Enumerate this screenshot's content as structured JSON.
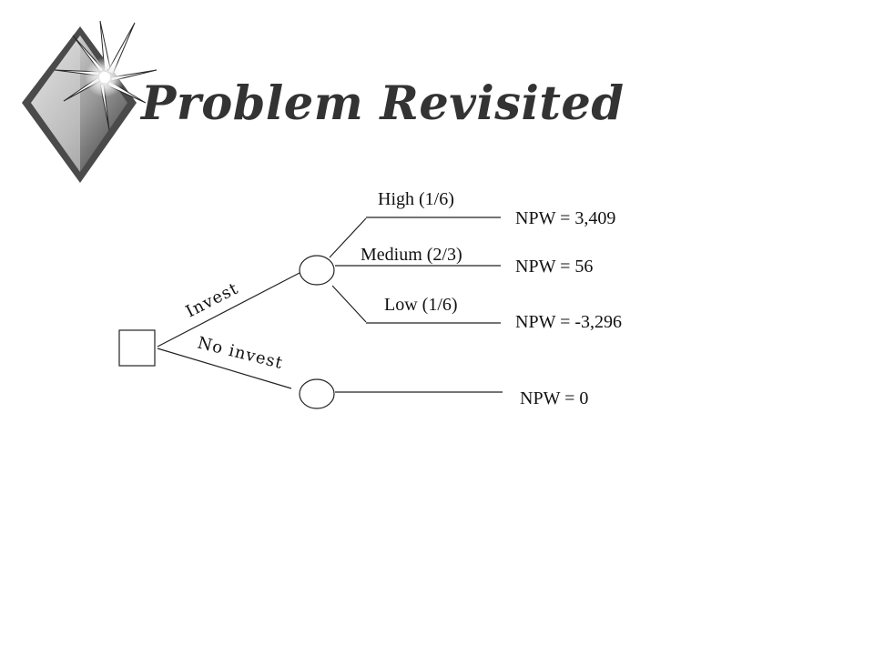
{
  "slide": {
    "title": "Problem Revisited",
    "icon": "diamond-star-bullet-icon",
    "colors": {
      "title": "#333333",
      "lines": "#222222",
      "background": "#ffffff"
    }
  },
  "tree": {
    "decision_node_icon": "decision-square-icon",
    "chance_node_icon": "chance-circle-icon",
    "branches": {
      "invest": "Invest",
      "no_invest": "No invest"
    },
    "outcomes": [
      {
        "label": "High  (1/6)",
        "npw": "NPW = 3,409"
      },
      {
        "label": "Medium (2/3)",
        "npw": "NPW = 56"
      },
      {
        "label": "Low  (1/6)",
        "npw": "NPW = -3,296"
      }
    ],
    "no_invest_npw": "NPW = 0"
  }
}
